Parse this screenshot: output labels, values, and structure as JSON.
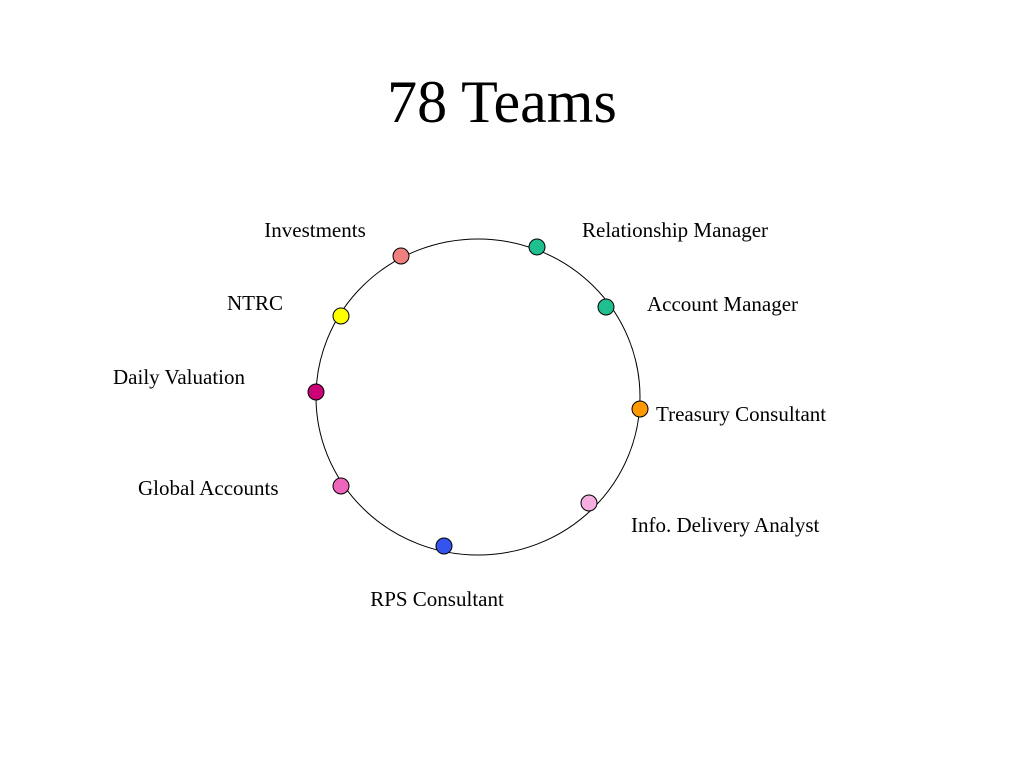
{
  "title": "78 Teams",
  "nodes": [
    {
      "id": "investments",
      "label": "Investments",
      "color": "#f08080"
    },
    {
      "id": "relationship-manager",
      "label": "Relationship Manager",
      "color": "#1fbf8f"
    },
    {
      "id": "ntrc",
      "label": "NTRC",
      "color": "#ffff00"
    },
    {
      "id": "account-manager",
      "label": "Account Manager",
      "color": "#1fbf8f"
    },
    {
      "id": "daily-valuation",
      "label": "Daily Valuation",
      "color": "#cc0077"
    },
    {
      "id": "treasury-consultant",
      "label": "Treasury Consultant",
      "color": "#ff9900"
    },
    {
      "id": "global-accounts",
      "label": "Global Accounts",
      "color": "#ee66bb"
    },
    {
      "id": "info-delivery-analyst",
      "label": "Info. Delivery Analyst",
      "color": "#f5aee0"
    },
    {
      "id": "rps-consultant",
      "label": "RPS Consultant",
      "color": "#3355ee"
    }
  ]
}
